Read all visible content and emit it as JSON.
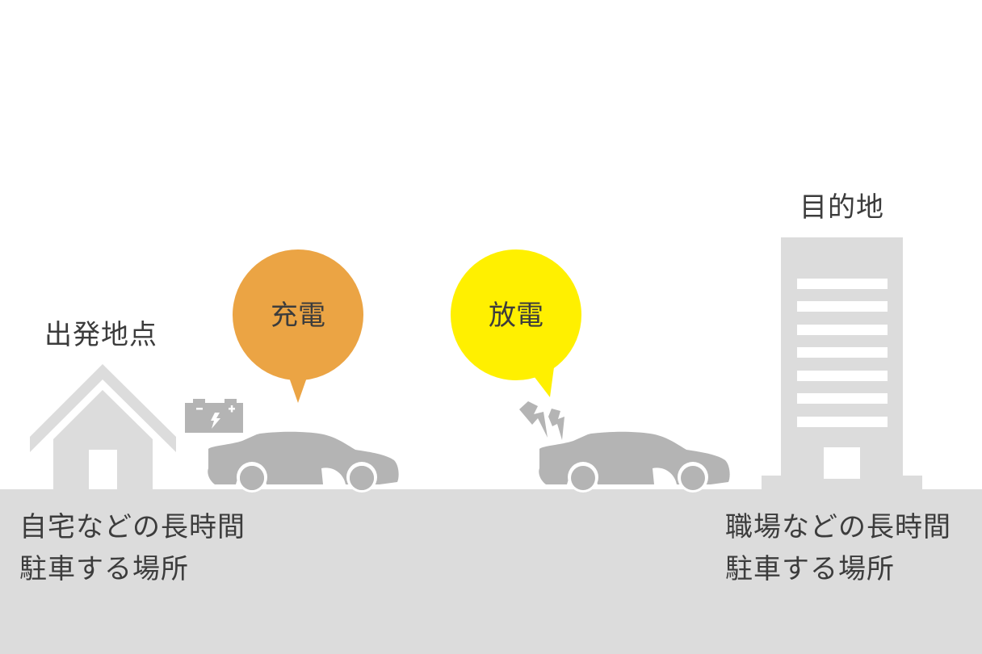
{
  "colors": {
    "ground": "#dcdcdc",
    "building": "#dcdcdc",
    "car": "#b4b4b4",
    "charge_bubble": "#eba444",
    "discharge_bubble": "#fff000",
    "text": "#3c3c3c",
    "background": "#ffffff"
  },
  "origin": {
    "title": "出発地点",
    "icon": "house-icon",
    "caption_lines": [
      "自宅などの長時間",
      "駐車する場所"
    ]
  },
  "charge": {
    "label": "充電",
    "icons": [
      "battery-icon",
      "car-icon"
    ]
  },
  "discharge": {
    "label": "放電",
    "icons": [
      "lightning-icon",
      "car-icon"
    ]
  },
  "destination": {
    "title": "目的地",
    "icon": "office-building-icon",
    "caption_lines": [
      "職場などの長時間",
      "駐車する場所"
    ]
  }
}
